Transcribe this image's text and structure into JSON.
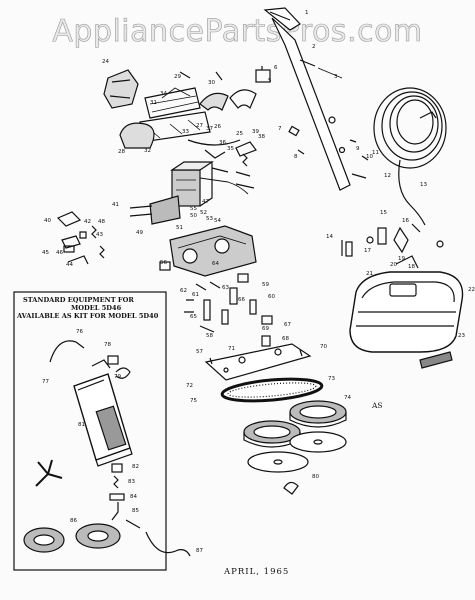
{
  "watermark": {
    "text": "AppliancePartsPros.com"
  },
  "diagram": {
    "kit_box": {
      "title_line1": "STANDARD EQUIPMENT FOR",
      "title_line2": "MODEL 5D46",
      "title_line3": "AVAILABLE AS KIT FOR MODEL 5D40"
    },
    "date": "APRIL, 1965",
    "assembly_label": "AS",
    "part_numbers": [
      "1",
      "2",
      "3",
      "5",
      "6",
      "7",
      "8",
      "9",
      "10",
      "11",
      "12",
      "13",
      "14",
      "15",
      "16",
      "17",
      "18",
      "19",
      "20",
      "21",
      "22",
      "23",
      "24",
      "25",
      "26",
      "27",
      "28",
      "29",
      "30",
      "31",
      "32",
      "33",
      "34",
      "35",
      "36",
      "37",
      "38",
      "39",
      "40",
      "41",
      "42",
      "43",
      "44",
      "45",
      "46",
      "47",
      "48",
      "49",
      "50",
      "51",
      "52",
      "53",
      "54",
      "55",
      "56",
      "57",
      "58",
      "59",
      "60",
      "61",
      "62",
      "63",
      "64",
      "65",
      "66",
      "67",
      "68",
      "69",
      "70",
      "71",
      "72",
      "73",
      "74",
      "75",
      "76",
      "77",
      "78",
      "79",
      "80",
      "81",
      "82",
      "83",
      "84",
      "85",
      "86",
      "87"
    ]
  }
}
